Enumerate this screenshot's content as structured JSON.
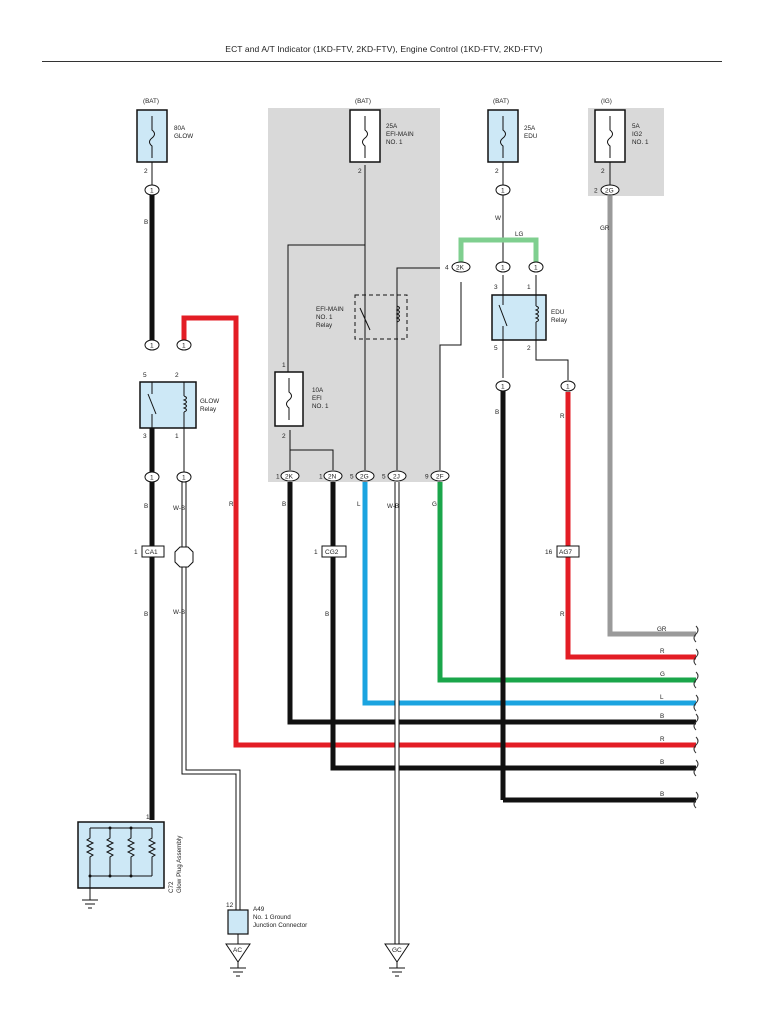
{
  "page_title": "ECT and A/T Indicator (1KD-FTV, 2KD-FTV), Engine Control (1KD-FTV, 2KD-FTV)",
  "colors": {
    "black": "#111111",
    "red": "#e31d25",
    "blue": "#1ba4e0",
    "green": "#1aa64a",
    "light_green": "#7fcf8f",
    "gray": "#9a9a9a",
    "component_fill": "#cde8f6",
    "junction_fill": "#d9d9d9"
  },
  "power_sources": {
    "bat_1": "(BAT)",
    "bat_2": "(BAT)",
    "bat_3": "(BAT)",
    "ig": "(IG)"
  },
  "fuses": {
    "glow": {
      "rating": "80A",
      "name": "GLOW",
      "pin": "2"
    },
    "efi_main": {
      "rating": "25A",
      "name": "EFI-MAIN",
      "line2": "NO. 1",
      "pin": "2"
    },
    "edu": {
      "rating": "25A",
      "name": "EDU",
      "pin": "2"
    },
    "ig2": {
      "rating": "5A",
      "name": "IG2",
      "line2": "NO. 1",
      "pin": "2"
    },
    "efi": {
      "rating": "10A",
      "name": "EFI",
      "line2": "NO. 1",
      "pin_top": "1",
      "pin_bottom": "2"
    }
  },
  "relays": {
    "glow": {
      "name": "GLOW",
      "line2": "Relay",
      "pin_5": "5",
      "pin_2": "2",
      "pin_3": "3",
      "pin_1": "1"
    },
    "efi_main": {
      "name": "EFI-MAIN",
      "line2": "NO. 1",
      "line3": "Relay"
    },
    "edu": {
      "name": "EDU",
      "line2": "Relay",
      "pin_3": "3",
      "pin_1": "1",
      "pin_5": "5",
      "pin_2": "2"
    }
  },
  "connectors": {
    "c1": "1",
    "c2": "1",
    "c3": "1",
    "c4": "1",
    "c5": "1",
    "c6": "1",
    "c7": "1",
    "c8": "1",
    "c9": "1",
    "c10": "1",
    "c11": "1",
    "ig_2g": "2G",
    "ig_2g_pin": "2",
    "j_2k_top": "2K",
    "j_2k_top_pin": "4",
    "j_2k": "2K",
    "j_2k_pin": "1",
    "j_2n": "2N",
    "j_2n_pin": "1",
    "j_2g": "2G",
    "j_2g_pin": "5",
    "j_2j": "2J",
    "j_2j_pin": "5",
    "j_2f": "2F",
    "j_2f_pin": "9",
    "ca1": "CA1",
    "ca1_pin": "1",
    "cg2": "CG2",
    "cg2_pin": "1",
    "ag7": "AG7",
    "ag7_pin": "16"
  },
  "wire_labels": {
    "glow_b1": "B",
    "glow_b2": "B",
    "glow_b3": "B",
    "glow_wb1": "W-B",
    "glow_wb2": "W-B",
    "glow_r": "R",
    "edu_w": "W",
    "edu_lg": "LG",
    "edu_b": "B",
    "edu_r1": "R",
    "edu_r2": "R",
    "ig_gr": "GR",
    "j_b1": "B",
    "j_b2": "B",
    "j_l": "L",
    "j_wb": "W-B",
    "j_g": "G",
    "j_b3": "B"
  },
  "right_bus": {
    "labels": [
      "GR",
      "R",
      "G",
      "L",
      "B",
      "R",
      "B",
      "B"
    ]
  },
  "glow_plug": {
    "code": "C72",
    "name": "Glow Plug Assembly",
    "pin": "1"
  },
  "a49": {
    "pin": "12",
    "code": "A49",
    "line2": "No. 1 Ground",
    "line3": "Junction Connector"
  },
  "grounds": {
    "ac": "AC",
    "gc": "GC"
  }
}
